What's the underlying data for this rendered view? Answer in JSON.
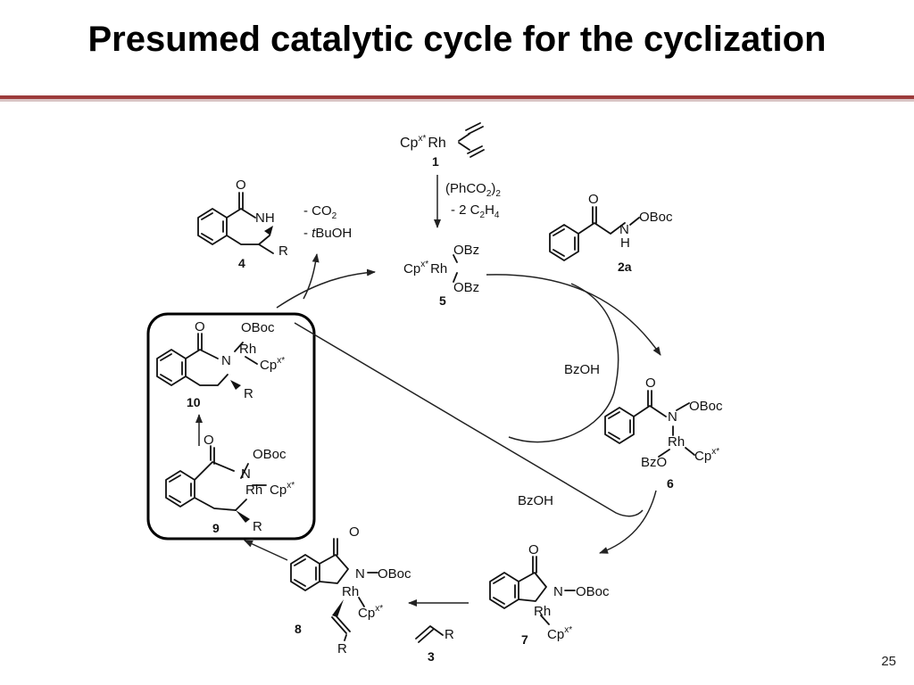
{
  "slide": {
    "title": "Presumed catalytic cycle for the cyclization",
    "page_number": "25"
  },
  "compounds": {
    "c1": {
      "number": "1",
      "cp": "Cp",
      "sup": "x*",
      "metal": "Rh"
    },
    "c5": {
      "number": "5",
      "cp": "Cp",
      "sup": "x*",
      "metal": "Rh",
      "ligand_top": "OBz",
      "ligand_bottom": "OBz"
    },
    "c2a": {
      "number": "2a",
      "o": "O",
      "nh": "N",
      "h": "H",
      "oboc": "OBoc"
    },
    "c4": {
      "number": "4",
      "o": "O",
      "nh": "NH",
      "r": "R"
    },
    "c6": {
      "number": "6",
      "o": "O",
      "n": "N",
      "oboc": "OBoc",
      "rh": "Rh",
      "bzo": "BzO",
      "cp": "Cp",
      "sup": "x*"
    },
    "c7": {
      "number": "7",
      "o": "O",
      "n": "N",
      "oboc": "OBoc",
      "rh": "Rh",
      "cp": "Cp",
      "sup": "x*"
    },
    "c3": {
      "number": "3",
      "r": "R"
    },
    "c8": {
      "number": "8",
      "o": "O",
      "n": "N",
      "oboc": "OBoc",
      "rh": "Rh",
      "cp": "Cp",
      "sup": "x*",
      "r": "R"
    },
    "c9": {
      "number": "9",
      "o": "O",
      "n": "N",
      "oboc": "OBoc",
      "rh": "Rh",
      "cp": "Cp",
      "sup": "x*",
      "r": "R"
    },
    "c10": {
      "number": "10",
      "o": "O",
      "n": "N",
      "oboc": "OBoc",
      "rh": "Rh",
      "cp": "Cp",
      "sup": "x*",
      "r": "R"
    }
  },
  "reagents": {
    "activation_line1": "(PhCO",
    "activation_line1_sub": "2",
    "activation_line1_end": ")",
    "activation_line1_sub2": "2",
    "activation_line2": "- 2 C",
    "activation_line2_sub": "2",
    "activation_line2_mid": "H",
    "activation_line2_sub2": "4",
    "byproduct_co2": "- CO",
    "byproduct_co2_sub": "2",
    "byproduct_tbuoh_italic": "t",
    "byproduct_tbuoh": "BuOH",
    "bzoh_upper": "BzOH",
    "bzoh_lower": "BzOH"
  }
}
